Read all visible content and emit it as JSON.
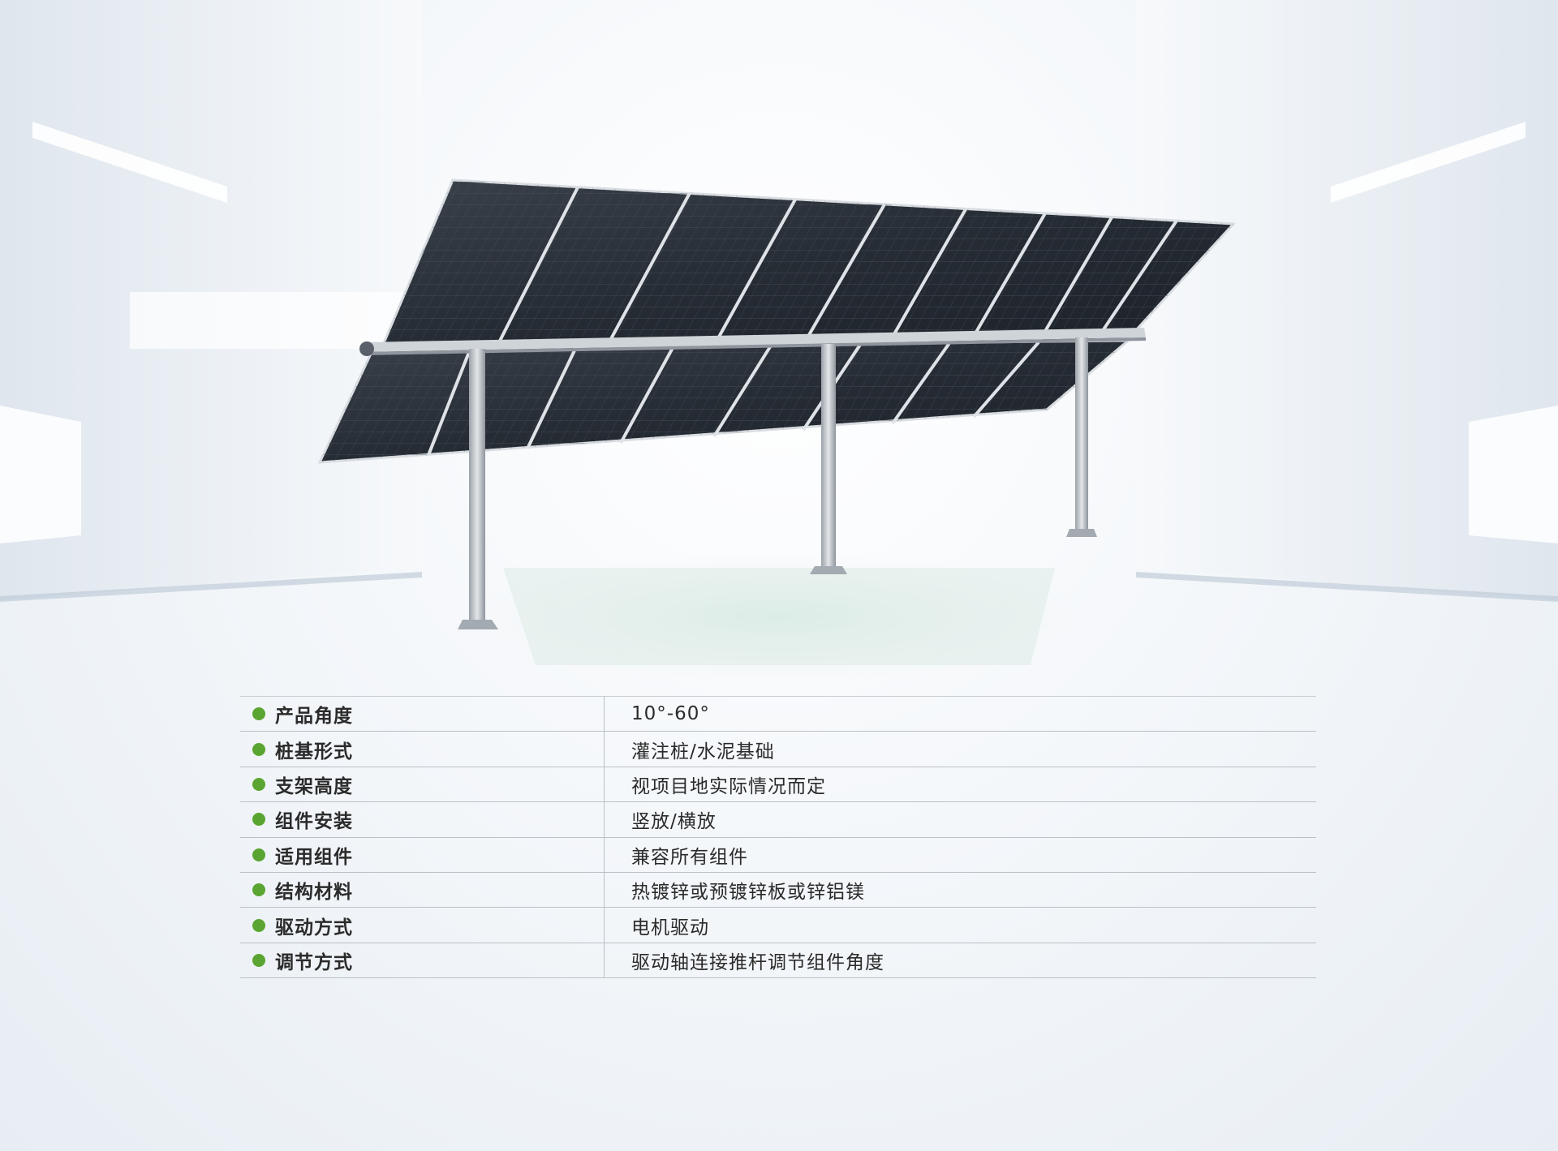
{
  "specs": [
    {
      "label": "产品角度",
      "value": "10°-60°"
    },
    {
      "label": "桩基形式",
      "value": "灌注桩/水泥基础"
    },
    {
      "label": "支架高度",
      "value": "视项目地实际情况而定"
    },
    {
      "label": "组件安装",
      "value": "竖放/横放"
    },
    {
      "label": "适用组件",
      "value": "兼容所有组件"
    },
    {
      "label": "结构材料",
      "value": "热镀锌或预镀锌板或锌铝镁"
    },
    {
      "label": "驱动方式",
      "value": "电机驱动"
    },
    {
      "label": "调节方式",
      "value": "驱动轴连接推杆调节组件角度"
    }
  ],
  "colors": {
    "bullet": "#5aa531",
    "panel": "#2a3038",
    "frame": "#cfd4d9"
  }
}
